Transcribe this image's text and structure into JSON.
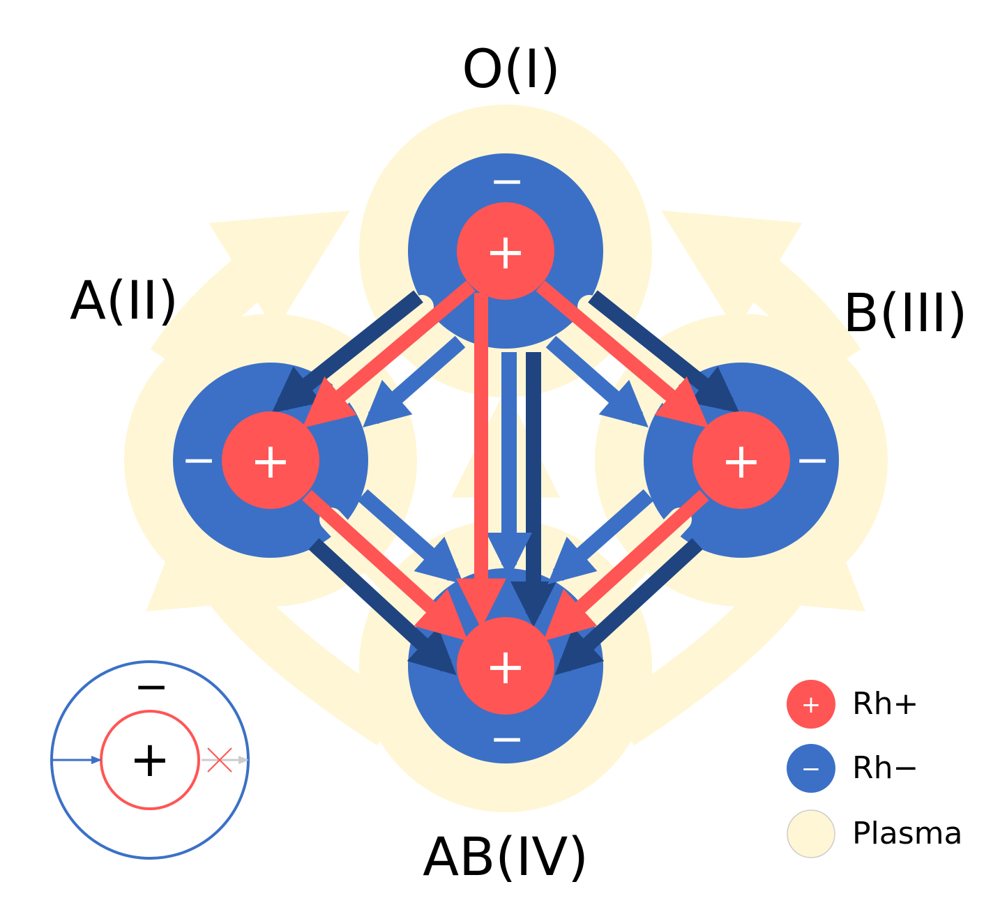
{
  "groups": {
    "o": {
      "name": "O(I)",
      "rh_plus_sign": "+",
      "rh_minus_sign": "−"
    },
    "a": {
      "name": "A(II)",
      "rh_plus_sign": "+",
      "rh_minus_sign": "−"
    },
    "b": {
      "name": "B(III)",
      "rh_plus_sign": "+",
      "rh_minus_sign": "−"
    },
    "ab": {
      "name": "AB(IV)",
      "rh_plus_sign": "+",
      "rh_minus_sign": "−"
    }
  },
  "legend": {
    "rh_plus": {
      "sign": "+",
      "label": "Rh+"
    },
    "rh_minus": {
      "sign": "−",
      "label": "Rh−"
    },
    "plasma": {
      "label": "Plasma"
    }
  },
  "key_inset": {
    "outer_sign": "−",
    "inner_sign": "+"
  },
  "colors": {
    "rh_plus": "#ff5555",
    "rh_minus": "#3b70c6",
    "rh_minus_dark": "#1f4480",
    "plasma": "#fff6d5",
    "blocked": "#cccccc"
  }
}
